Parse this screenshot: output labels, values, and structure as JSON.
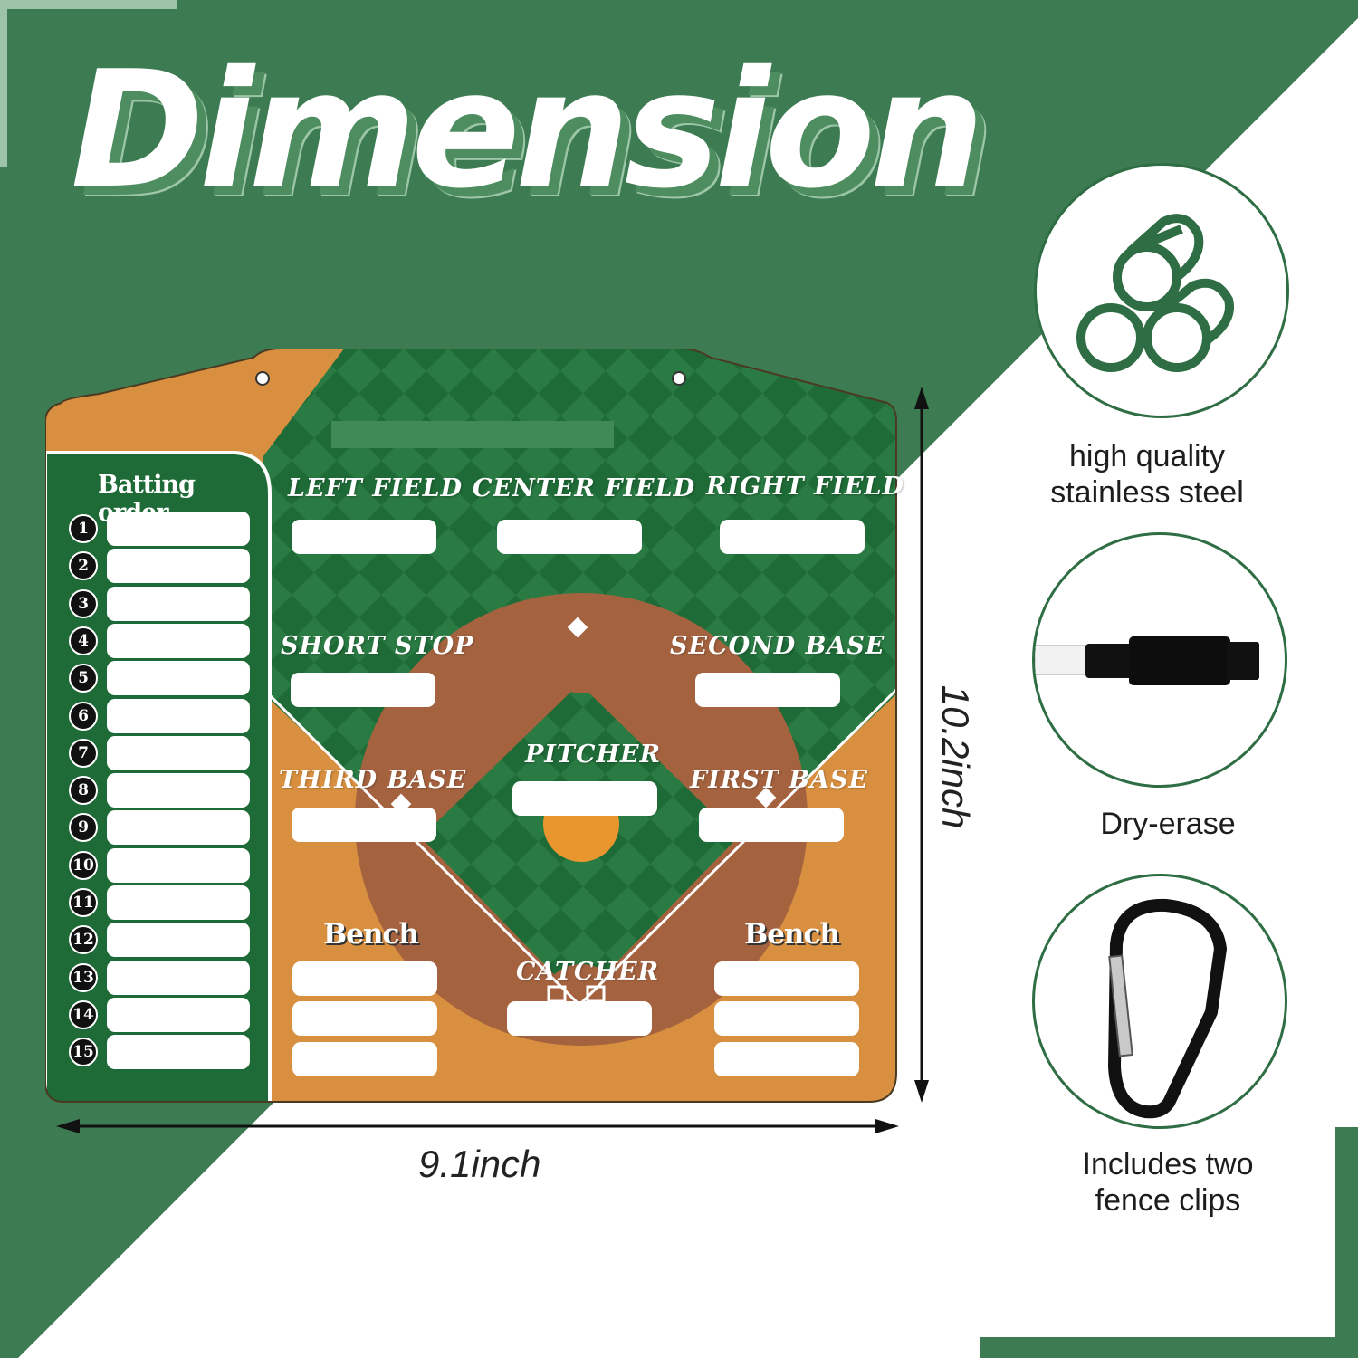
{
  "title": "Dimension",
  "board": {
    "batting_order_title": "Batting order",
    "batting_numbers": [
      "1",
      "2",
      "3",
      "4",
      "5",
      "6",
      "7",
      "8",
      "9",
      "10",
      "11",
      "12",
      "13",
      "14",
      "15"
    ],
    "positions": {
      "left_field": "LEFT FIELD",
      "center_field": "CENTER FIELD",
      "right_field": "RIGHT FIELD",
      "short_stop": "SHORT STOP",
      "second_base": "SECOND BASE",
      "pitcher": "PITCHER",
      "third_base": "THIRD BASE",
      "first_base": "FIRST BASE",
      "catcher": "CATCHER"
    },
    "bench_left": "Bench",
    "bench_right": "Bench"
  },
  "dimensions": {
    "width": "9.1inch",
    "height": "10.2inch"
  },
  "features": {
    "steel": "high quality stainless steel",
    "marker": "Dry-erase",
    "clips": "Includes two fence clips"
  },
  "colors": {
    "green": "#3b7a51",
    "dark_green": "#1f6b37",
    "orange": "#d88f3f",
    "dirt": "#a4623f"
  }
}
